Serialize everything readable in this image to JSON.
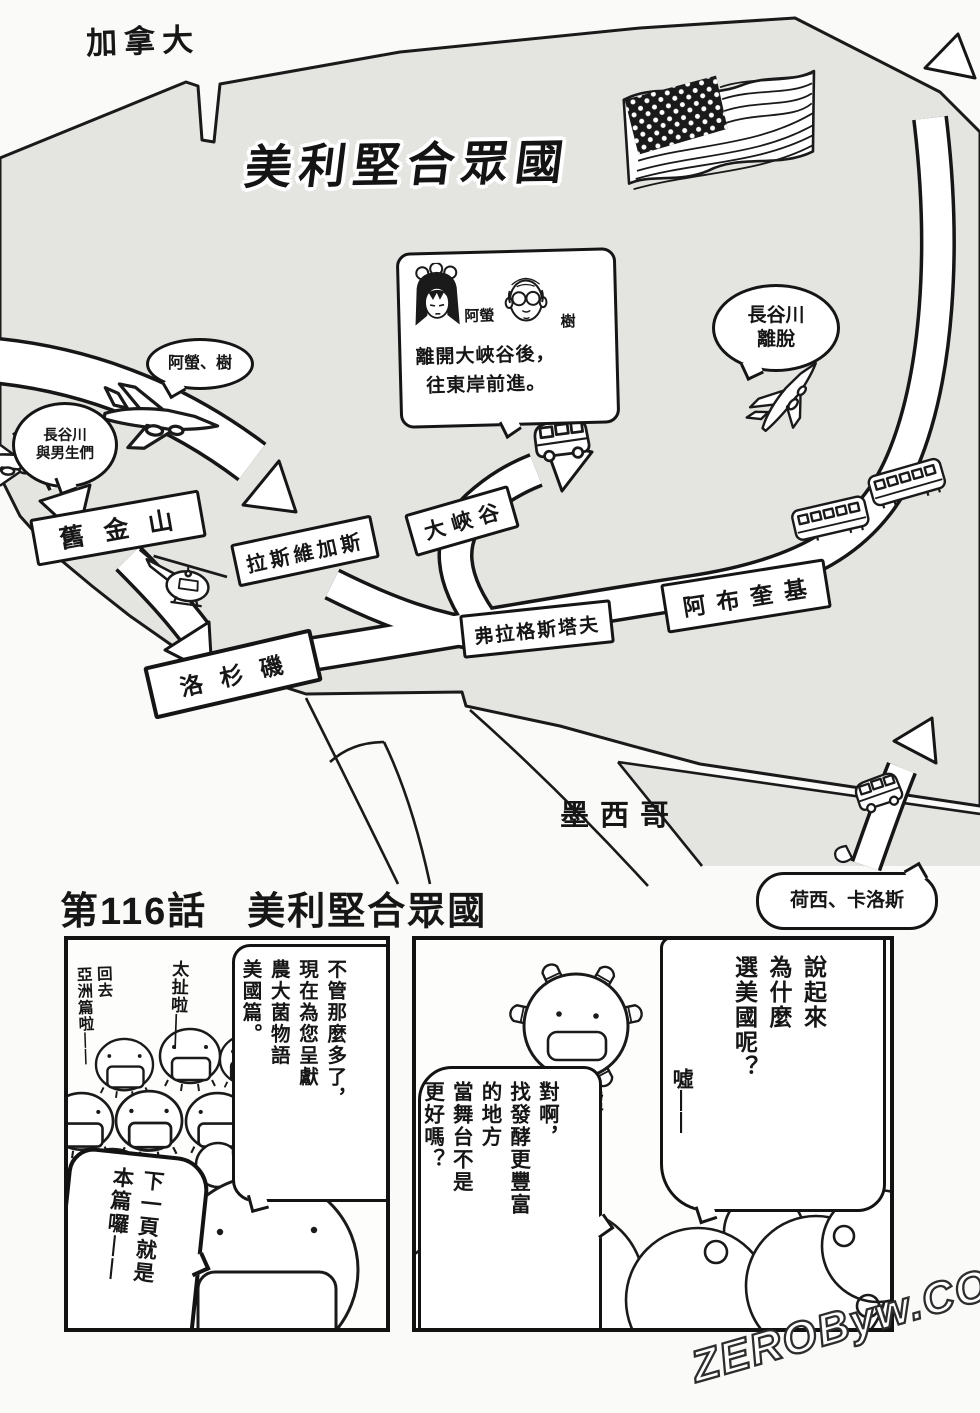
{
  "page": {
    "canada": "加拿大",
    "usa_title": "美利堅合眾國",
    "mexico": "墨西哥",
    "chapter_title": "第116話　美利堅合眾國",
    "watermark": "ZEROByw.COM"
  },
  "map": {
    "locations": {
      "san_francisco": "舊金山",
      "las_vegas": "拉斯維加斯",
      "grand_canyon": "大峽谷",
      "flagstaff": "弗拉格斯塔夫",
      "albuquerque": "阿布奎基",
      "los_angeles": "洛杉磯"
    },
    "callouts": {
      "hotaru_itsuki": "阿螢、樹",
      "hasegawa_boys": "長谷川\n與男生們",
      "hasegawa_depart": "長谷川\n離脫",
      "jose_carlos": "荷西、卡洛斯"
    },
    "info_bubble": {
      "name_left": "阿螢",
      "name_right": "樹",
      "text": "離開大峽谷後，\n往東岸前進。"
    }
  },
  "panels": {
    "left": {
      "bubble_narration": "不管那麼多了，\n現在為您呈獻\n農大菌物語\n美國篇。",
      "shout_1": "太扯啦——",
      "shout_2": "回去\n亞洲篇啦——",
      "bubble_next": "下一頁就是\n本篇囉——"
    },
    "right": {
      "bubble_question": "說起來\n為什麼\n選美國呢？",
      "shh_1": "噓——",
      "shh_2": "噓——",
      "bubble_answer": "對啊，\n找發酵更豐富\n的地方\n當舞台不是\n更好嗎？"
    }
  }
}
